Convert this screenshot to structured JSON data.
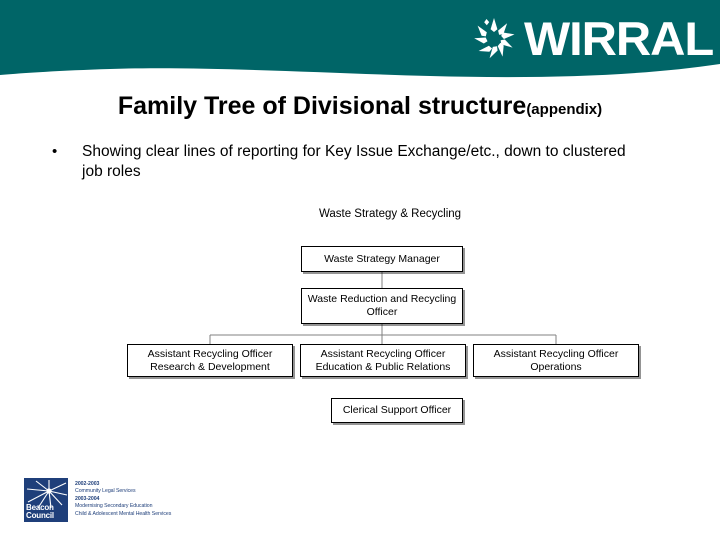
{
  "header": {
    "background_color": "#006567",
    "logo": {
      "icon": "starburst-pinwheel-icon",
      "wordmark": "WIRRAL"
    }
  },
  "slide": {
    "title_main": "Family Tree of Divisional structure",
    "title_suffix": "(appendix)",
    "bullets": [
      {
        "marker": "•",
        "text": "Showing clear lines of reporting for Key Issue Exchange/etc., down to clustered job roles"
      }
    ]
  },
  "org_chart": {
    "title": "Waste Strategy & Recycling",
    "nodes": {
      "manager": "Waste Strategy Manager",
      "reduction_officer": "Waste Reduction and Recycling Officer",
      "assistant_rd": "Assistant Recycling Officer Research & Development",
      "assistant_edu": "Assistant Recycling Officer Education & Public Relations",
      "assistant_ops": "Assistant Recycling Officer Operations",
      "clerical": "Clerical Support Officer"
    }
  },
  "footer": {
    "beacon": {
      "icon": "beacon-star-icon",
      "name_line1": "Beacon",
      "name_line2": "Council",
      "awards": [
        {
          "years": "2002-2003",
          "description": "Community Legal Services"
        },
        {
          "years": "2003-2004",
          "description": "Modernising Secondary Education"
        },
        {
          "years": "",
          "description": "Child & Adolescent Mental Health Services"
        }
      ]
    }
  }
}
